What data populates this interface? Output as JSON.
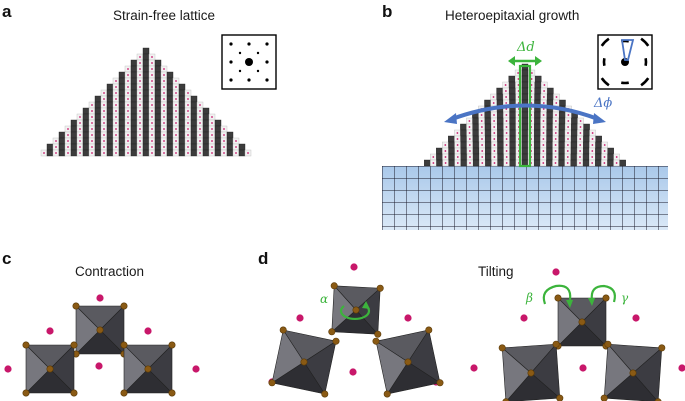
{
  "panels": {
    "a": {
      "letter": "a",
      "title": "Strain-free lattice"
    },
    "b": {
      "letter": "b",
      "title": "Heteroepitaxial growth",
      "delta_d": "Δd",
      "delta_phi": "Δϕ"
    },
    "c": {
      "letter": "c",
      "title": "Contraction"
    },
    "d": {
      "letter": "d",
      "title": "Tilting",
      "alpha": "α",
      "beta": "β",
      "gamma": "γ"
    }
  },
  "colors": {
    "atom": "#c8176a",
    "octahedron_dark": "#3a3a3e",
    "octahedron_light": "#7a7a80",
    "vertex": "#8a5a14",
    "arrow_green": "#3cb43c",
    "arrow_blue": "#4a74c4",
    "substrate": "#b8d4ee"
  }
}
